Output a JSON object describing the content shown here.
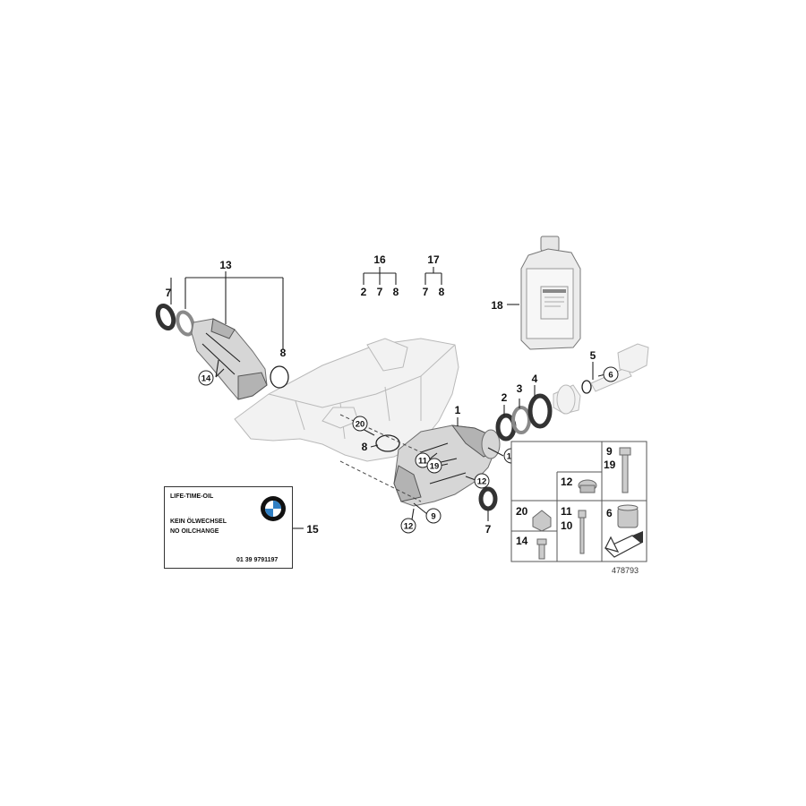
{
  "callouts": {
    "n1": "1",
    "n2": "2",
    "n3": "3",
    "n4": "4",
    "n5": "5",
    "n6": "6",
    "n7": "7",
    "n8": "8",
    "n9": "9",
    "n10": "10",
    "n11": "11",
    "n12": "12",
    "n13": "13",
    "n14": "14",
    "n15": "15",
    "n16": "16",
    "n17": "17",
    "n18": "18",
    "n19": "19",
    "n20": "20"
  },
  "sticker": {
    "line1": "LIFE-TIME-OIL",
    "line2": "KEIN ÖLWECHSEL",
    "line3": "NO OILCHANGE",
    "part_no": "01 39 9791197"
  },
  "reference_number": "478793",
  "colors": {
    "bmw_blue": "#2f7fc4",
    "part_grey": "#d6d6d6",
    "ghost_grey": "#f2f2f2"
  }
}
